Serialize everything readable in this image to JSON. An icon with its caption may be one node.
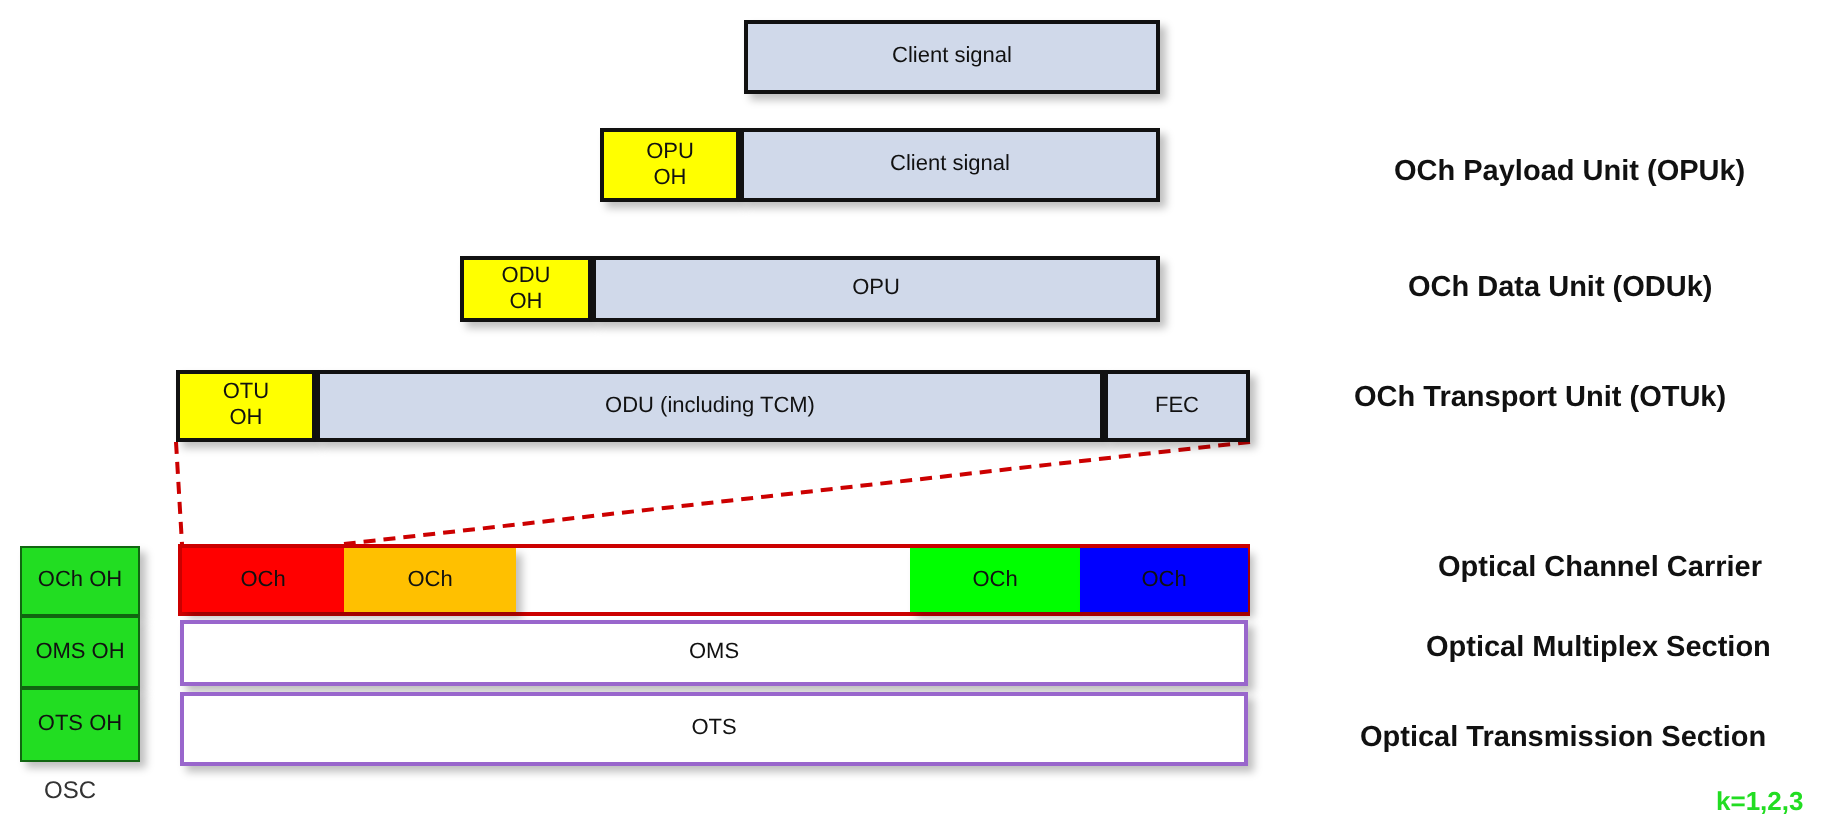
{
  "diagram": {
    "nodes": [
      {
        "text": [
          "Client signal"
        ]
      },
      {
        "text": [
          "OPU OH"
        ]
      },
      {
        "text": [
          "Client signal"
        ]
      },
      {
        "text": [
          "ODU OH"
        ]
      },
      {
        "text": [
          "OPU"
        ]
      },
      {
        "text": [
          "OTU OH"
        ]
      },
      {
        "text": [
          "ODU (including TCM)"
        ]
      },
      {
        "text": [
          "FEC"
        ]
      },
      {
        "text": [
          "OCh OH"
        ]
      },
      {
        "text": [
          "OCh"
        ]
      },
      {
        "text": [
          "OCh"
        ]
      },
      {
        "text": [
          "OCh"
        ]
      },
      {
        "text": [
          "OCh"
        ]
      },
      {
        "text": [
          "OMS OH"
        ]
      },
      {
        "text": [
          "OMS"
        ]
      },
      {
        "text": [
          "OTS OH"
        ]
      },
      {
        "text": [
          "OTS"
        ]
      }
    ],
    "edges": [
      {
        "from": 5,
        "to": 9,
        "arrow": "none",
        "style": "dashed",
        "color": "#cc0000"
      },
      {
        "from": 7,
        "to": 9,
        "arrow": "none",
        "style": "dashed",
        "color": "#cc0000"
      }
    ],
    "labels": [
      "OCh Payload Unit (OPUk)",
      "OCh Data Unit (ODUk)",
      "OCh Transport Unit (OTUk)",
      "Optical Channel Carrier",
      "Optical Multiplex Section",
      "OSC",
      "Optical Transmission Section",
      "k=1,2,3"
    ]
  }
}
